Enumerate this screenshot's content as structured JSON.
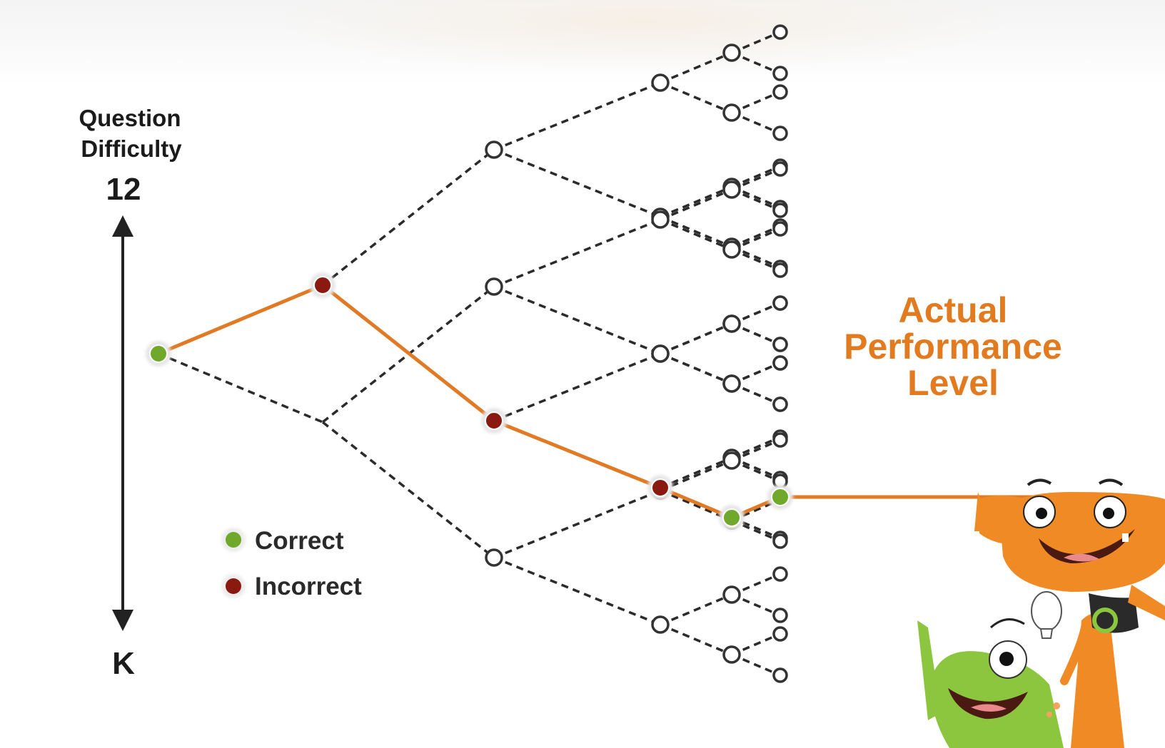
{
  "axis": {
    "title_line1": "Question",
    "title_line2": "Difficulty",
    "top_label": "12",
    "bottom_label": "K"
  },
  "legend": {
    "correct_label": "Correct",
    "incorrect_label": "Incorrect",
    "correct_color": "#6fa82a",
    "incorrect_color": "#8a1a10"
  },
  "performance": {
    "line1": "Actual",
    "line2": "Performance",
    "line3": "Level",
    "color": "#e27a1f"
  },
  "path_answers": [
    "correct",
    "incorrect",
    "incorrect",
    "incorrect",
    "correct",
    "correct"
  ],
  "mascots": [
    "orange-monster",
    "green-monster"
  ]
}
